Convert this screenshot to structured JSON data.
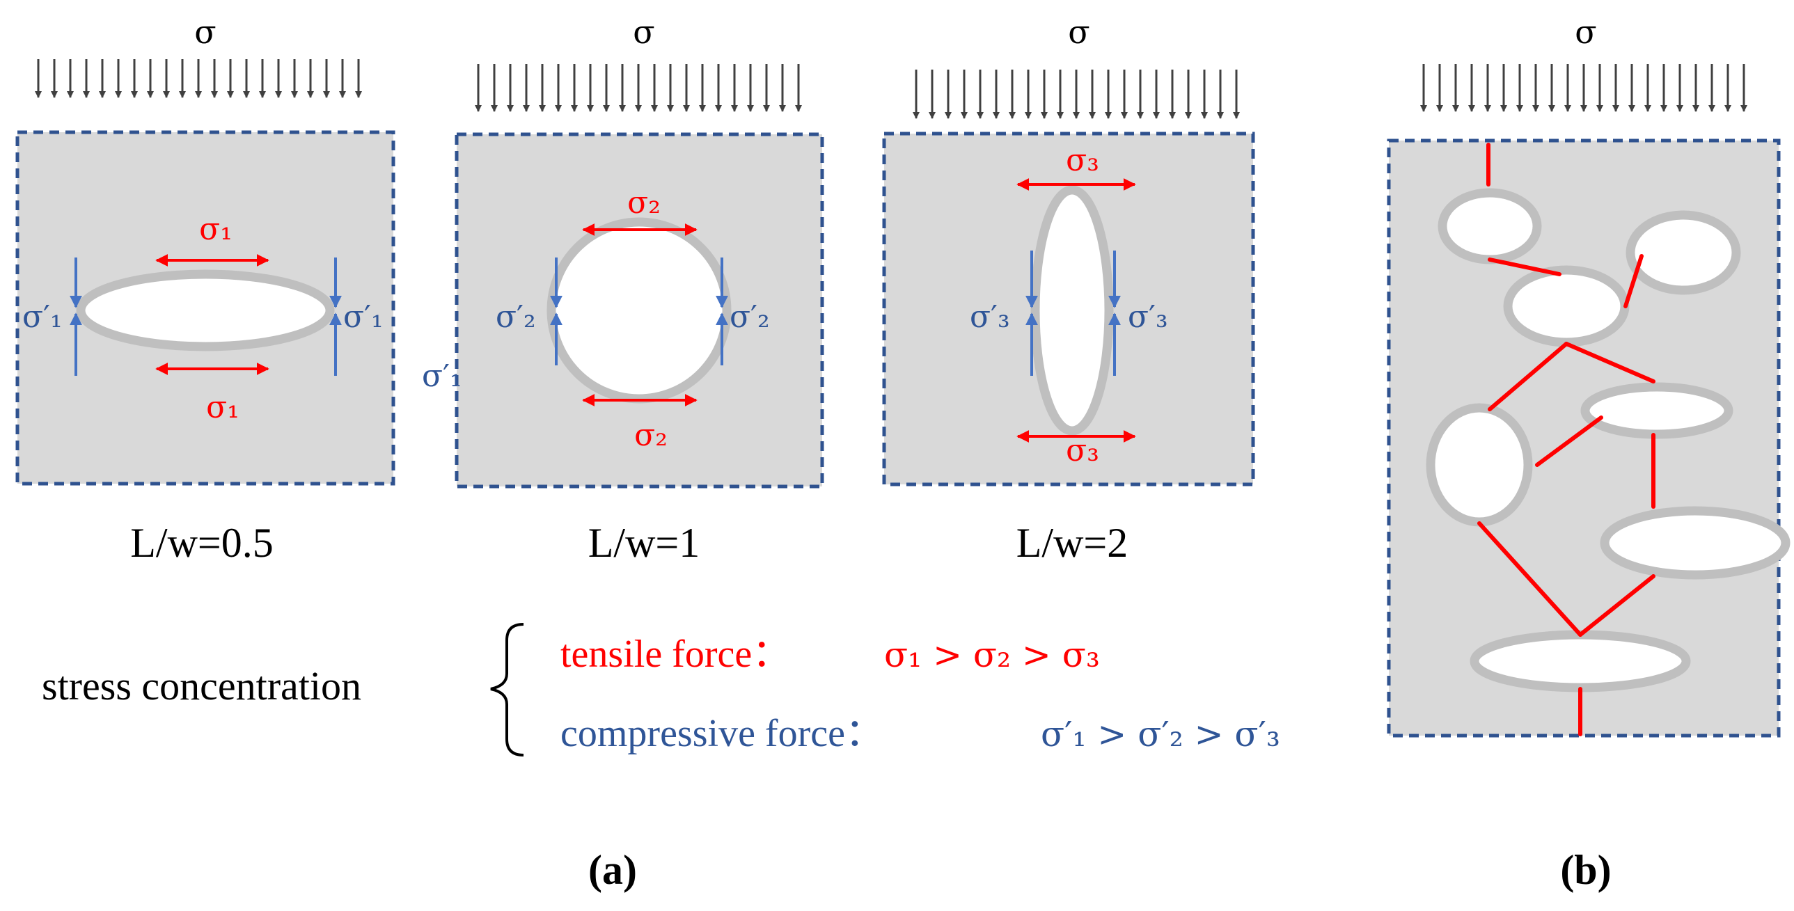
{
  "colors": {
    "panel_fill": "#d9d9d9",
    "panel_border": "#2f528f",
    "hole_rim": "#bfbfbf",
    "tensile": "#ff0000",
    "compressive": "#4472c4",
    "compressive_text": "#2f5597",
    "load_arrow": "#404040",
    "text": "#000000"
  },
  "panel_a": {
    "load_symbol": "σ",
    "cases": [
      {
        "caption": "L/w=0.5",
        "tensile_label": "σ₁",
        "compressive_label": "σ′₁"
      },
      {
        "caption": "L/w=1",
        "tensile_label": "σ₂",
        "compressive_label": "σ′₂"
      },
      {
        "caption": "L/w=2",
        "tensile_label": "σ₃",
        "compressive_label": "σ′₃"
      }
    ],
    "stray_label": "σ′₁",
    "legend": {
      "title": "stress concentration",
      "tensile_name": "tensile force：",
      "tensile_relation": "σ₁ > σ₂ > σ₃",
      "compressive_name": "compressive force：",
      "compressive_relation": "σ′₁ > σ′₂ > σ′₃"
    },
    "label": "(a)"
  },
  "panel_b": {
    "load_symbol": "σ",
    "label": "(b)"
  }
}
